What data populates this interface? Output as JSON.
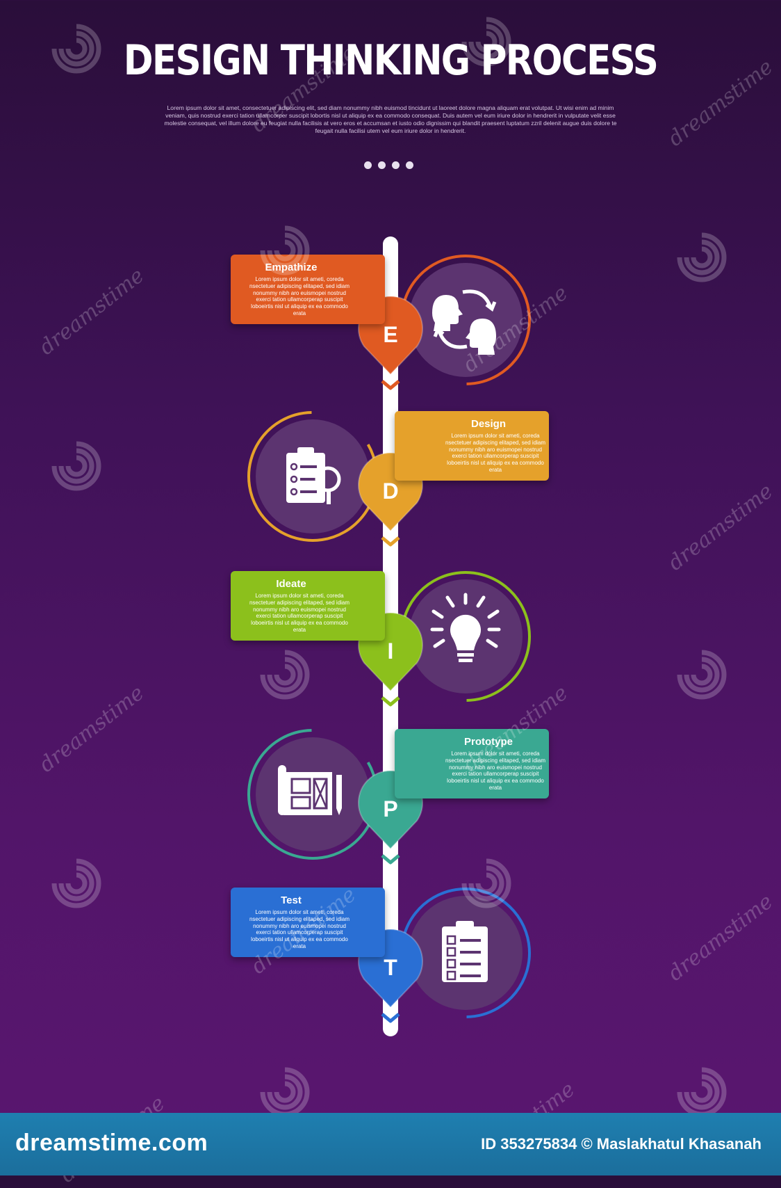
{
  "header": {
    "title": "DESIGN THINKING PROCESS",
    "subtitle": "Lorem ipsum dolor sit amet, consectetuer adipiscing elit, sed diam nonummy nibh euismod tincidunt ut laoreet dolore magna aliquam erat volutpat. Ut wisi enim ad minim veniam, quis nostrud exerci tation ullamcorper suscipit lobortis nisl ut aliquip ex ea commodo consequat. Duis autem vel eum iriure dolor in hendrerit in vulputate velit esse molestie consequat, vel illum dolore eu feugiat nulla facilisis at vero eros et accumsan et iusto odio dignissim qui blandit praesent luptatum zzril delenit augue duis dolore te feugait nulla facilisi utem vel eum iriure dolor in hendrerit."
  },
  "steps": [
    {
      "letter": "E",
      "title": "Empathize",
      "body": "Lorem ipsum dolor sit ameti, coreda nsectetuer adipiscing elitaped, sed idiam nonummy nibh aro euismopei nostrud exerci tation ullamcorperap suscipit loboeirtis nisl ut aliquip ex ea commodo erata",
      "color": "#e05a22",
      "icon": "people-exchange-icon",
      "side": "left"
    },
    {
      "letter": "D",
      "title": "Design",
      "body": "Lorem ipsum dolor sit ameti, coreda nsectetuer adipiscing elitaped, sed idiam nonummy nibh aro euismopei nostrud exerci tation ullamcorperap suscipit loboeirtis nisl ut aliquip ex ea commodo erata",
      "color": "#e5a12b",
      "icon": "clipboard-search-icon",
      "side": "right"
    },
    {
      "letter": "I",
      "title": "Ideate",
      "body": "Lorem ipsum dolor sit ameti, coreda nsectetuer adipiscing elitaped, sed idiam nonummy nibh aro euismopei nostrud exerci tation ullamcorperap suscipit loboeirtis nisl ut aliquip ex ea commodo erata",
      "color": "#8cc01c",
      "icon": "lightbulb-icon",
      "side": "left"
    },
    {
      "letter": "P",
      "title": "Prototype",
      "body": "Lorem ipsum dolor sit ameti, coreda nsectetuer adipiscing elitaped, sed idiam nonummy nibh aro euismopei nostrud exerci tation ullamcorperap suscipit loboeirtis nisl ut aliquip ex ea commodo erata",
      "color": "#3aa892",
      "icon": "blueprint-icon",
      "side": "right"
    },
    {
      "letter": "T",
      "title": "Test",
      "body": "Lorem ipsum dolor sit ameti, coreda nsectetuer adipiscing elitaped, sed idiam nonummy nibh aro euismopei nostrud exerci tation ullamcorperap suscipit loboeirtis nisl ut aliquip ex ea commodo erata",
      "color": "#2a6fd4",
      "icon": "checklist-icon",
      "side": "left"
    }
  ],
  "watermark": {
    "text": "dreamstime",
    "footer_brand": "dreamstime.com",
    "footer_id": "ID 353275834 © Maslakhatul Khasanah"
  }
}
